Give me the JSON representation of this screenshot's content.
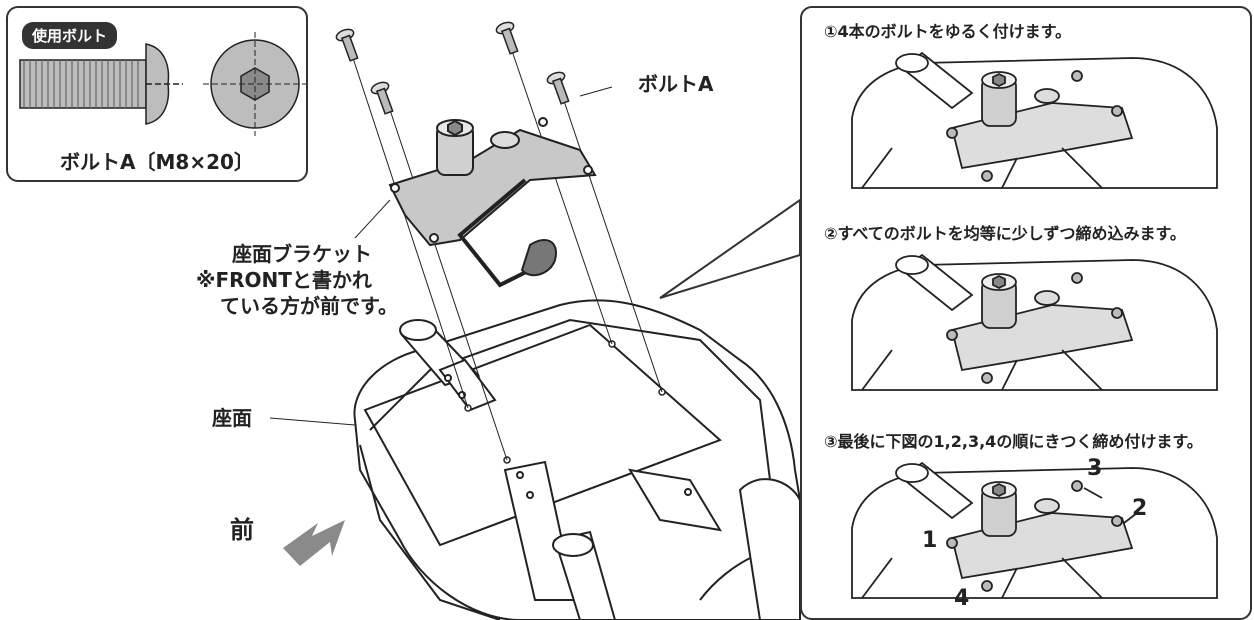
{
  "inset": {
    "badge": "使用ボルト",
    "caption": "ボルトA〔M8×20〕"
  },
  "labels": {
    "bolt_a": "ボルトA",
    "bracket_line1": "座面ブラケット",
    "bracket_line2": "※FRONTと書かれ",
    "bracket_line3": "ている方が前です。",
    "seat": "座面",
    "front": "前"
  },
  "steps": [
    {
      "text": "①4本のボルトをゆるく付けます。"
    },
    {
      "text": "②すべてのボルトを均等に少しずつ締め込みます。"
    },
    {
      "text": "③最後に下図の1,2,3,4の順にきつく締め付けます。"
    }
  ],
  "order_numbers": [
    "1",
    "2",
    "3",
    "4"
  ],
  "colors": {
    "line": "#222222",
    "fill_gray": "#bdbdbd",
    "arrow_gray": "#8a8a8a"
  }
}
